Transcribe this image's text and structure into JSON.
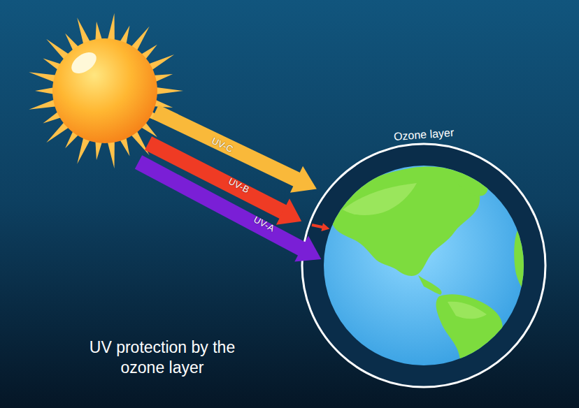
{
  "diagram": {
    "title": "UV protection by the ozone layer",
    "labels": [
      "UV-C",
      "UV-B",
      "UV-A",
      "Ozone layer"
    ]
  }
}
